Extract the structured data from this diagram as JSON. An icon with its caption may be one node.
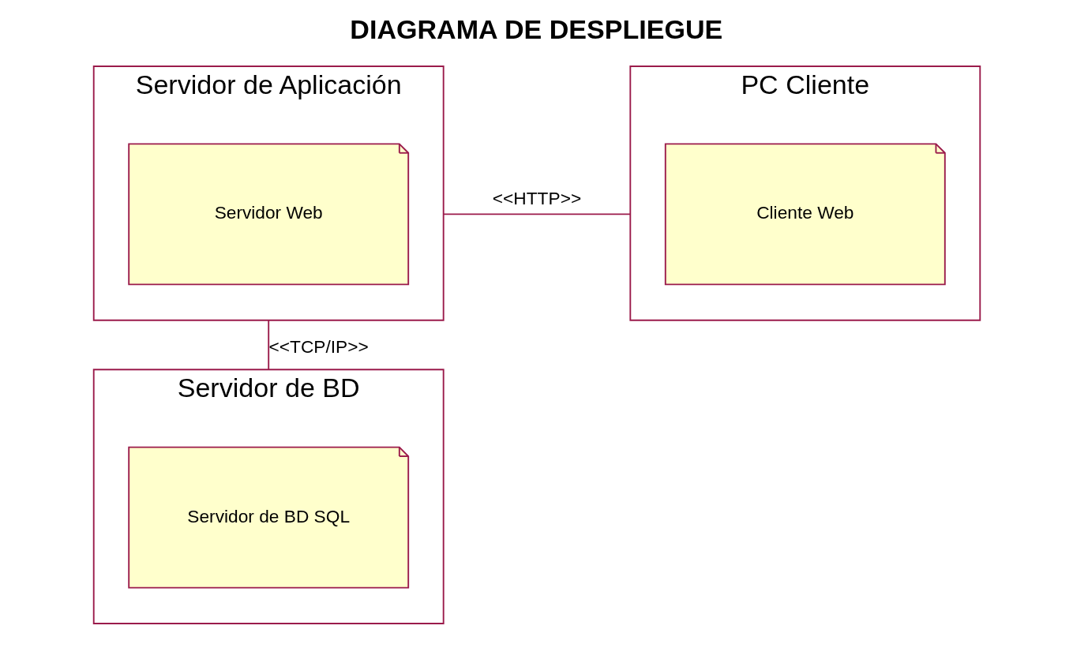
{
  "diagram": {
    "title": "DIAGRAMA DE DESPLIEGUE",
    "nodes": [
      {
        "text": [
          "Servidor de Aplicación"
        ]
      },
      {
        "text": [
          "Servidor Web"
        ],
        "in": 0
      },
      {
        "text": [
          "PC Cliente"
        ]
      },
      {
        "text": [
          "Cliente Web"
        ],
        "in": 2
      },
      {
        "text": [
          "Servidor de BD"
        ]
      },
      {
        "text": [
          "Servidor de BD SQL"
        ],
        "in": 4
      }
    ],
    "edges": [
      {
        "from": 0,
        "to": 2,
        "arrow": "none",
        "label": "<<HTTP>>"
      },
      {
        "from": 0,
        "to": 4,
        "arrow": "none",
        "label": "<<TCP/IP>>"
      }
    ]
  }
}
